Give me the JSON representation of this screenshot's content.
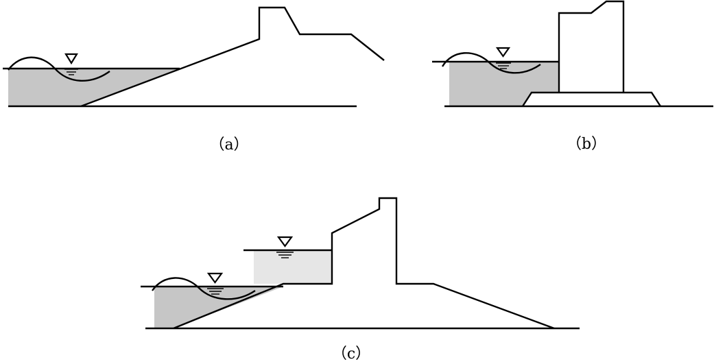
{
  "colors": {
    "stroke": "#000000",
    "water_dark": "#c6c6c6",
    "water_light": "#e6e6e6",
    "background": "#ffffff"
  },
  "panels": [
    {
      "id": "a",
      "caption": "（a）",
      "icon": "water-level-triangle-icon"
    },
    {
      "id": "b",
      "caption": "（b）",
      "icon": "water-level-triangle-icon"
    },
    {
      "id": "c",
      "caption": "（c）",
      "icon": "water-level-triangle-icon"
    }
  ]
}
